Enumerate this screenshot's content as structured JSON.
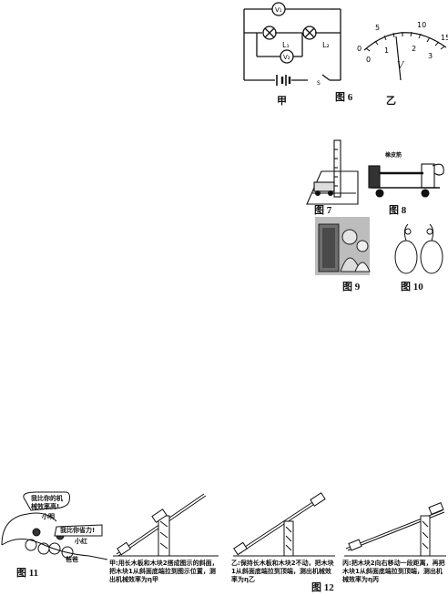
{
  "fig6": {
    "label": "图 6",
    "sub_a": "甲",
    "sub_b": "乙",
    "meter": {
      "scale_top": [
        "0",
        "5",
        "10",
        "15"
      ],
      "scale_bottom": [
        "0",
        "1",
        "2",
        "3"
      ],
      "unit": "V"
    },
    "circuit": {
      "v1": "V₁",
      "v2": "V₂",
      "l1": "L₁",
      "l2": "L₂",
      "switch": "S"
    }
  },
  "fig7": {
    "label": "图 7"
  },
  "fig8": {
    "label": "图 8",
    "caption": "橡皮筋"
  },
  "fig9": {
    "label": "图 9"
  },
  "fig10": {
    "label": "图 10"
  },
  "fig11": {
    "label": "图 11",
    "bubble_a": "我比你的机械效率高!",
    "bubble_b": "我比你省力!",
    "name_a": "小明",
    "name_b": "小红",
    "name_c": "爸爸"
  },
  "fig12": {
    "label": "图 12",
    "steps": [
      {
        "prefix": "甲:",
        "text": "用长木板和木块2搭成图示的斜面，把木块1从斜面底端拉到图示位置，测出机械效率为η甲"
      },
      {
        "prefix": "乙:",
        "text": "保持长木板和木块2不动，把木块1从斜面底端拉到顶端，测出机械效率为η乙"
      },
      {
        "prefix": "丙:",
        "text": "把木块2向右移动一段距离，再把木块1从斜面底端拉到顶端，测出机械效率为η丙"
      }
    ]
  }
}
